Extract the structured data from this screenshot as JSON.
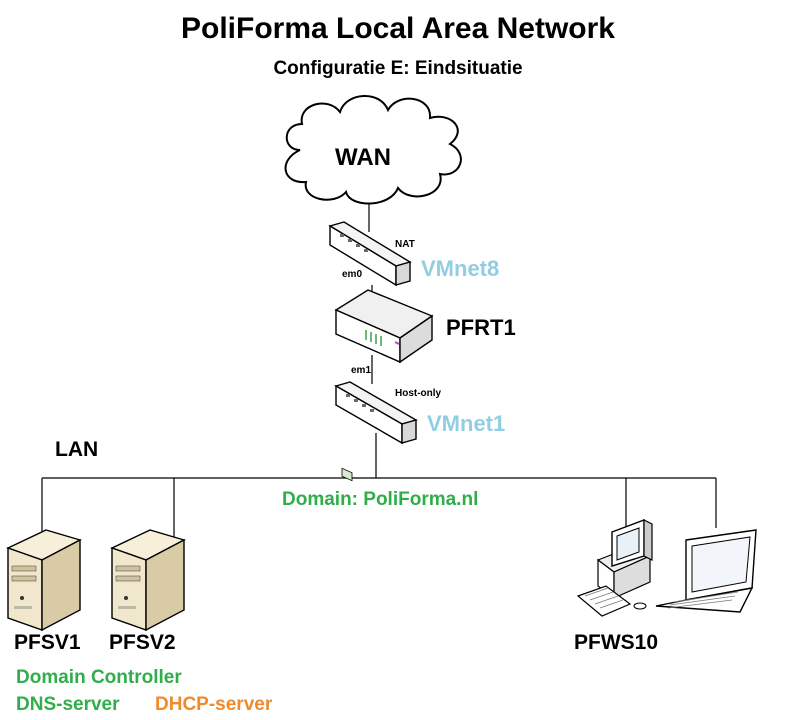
{
  "title": "PoliForma Local Area Network",
  "subtitle": "Configuratie E: Eindsituatie",
  "wan": {
    "label": "WAN"
  },
  "nat_switch": {
    "label": "NAT",
    "interface": "em0",
    "network": "VMnet8"
  },
  "router": {
    "name": "PFRT1"
  },
  "hostonly_switch": {
    "label": "Host-only",
    "interface": "em1",
    "network": "VMnet1"
  },
  "lan": {
    "label": "LAN",
    "domain": "Domain: PoliForma.nl"
  },
  "servers": [
    {
      "name": "PFSV1"
    },
    {
      "name": "PFSV2"
    }
  ],
  "workstation": {
    "name": "PFWS10"
  },
  "roles": {
    "domain_controller": "Domain Controller",
    "dns": "DNS-server",
    "dhcp": "DHCP-server"
  },
  "colors": {
    "vmnet": "#8fcfe6",
    "domain": "#2fae4a",
    "dhcp": "#f08a2a",
    "line": "#000000",
    "server_body": "#f1e7cc",
    "vmnet_text": "#92cde3"
  }
}
